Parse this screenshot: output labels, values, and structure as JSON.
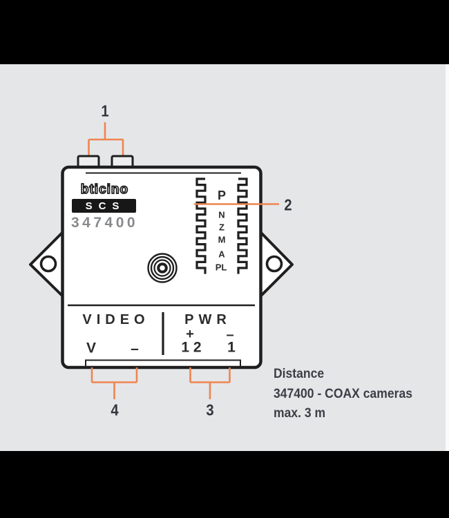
{
  "colors": {
    "accent_orange": "#ee8550",
    "line_dark": "#1f1f1f",
    "background_gray": "#e5e6e8",
    "bar_black": "#000000",
    "model_gray": "#87898c"
  },
  "callouts": {
    "top_connectors": "1",
    "bus_terminal": "2",
    "power_terminals": "3",
    "video_terminals": "4"
  },
  "device": {
    "brand": "bticino",
    "system": "SCS",
    "model": "347400",
    "terminal_labels": [
      "P",
      "N",
      "Z",
      "M",
      "A",
      "PL"
    ],
    "video_section": {
      "title": "VIDEO",
      "terminals": [
        "V",
        "–"
      ]
    },
    "power_section": {
      "title": "PWR",
      "plus": "+",
      "minus": "–",
      "terminals": [
        "1 2",
        "1"
      ]
    }
  },
  "note": {
    "lines": [
      "Distance",
      "347400 - COAX cameras",
      "max. 3 m"
    ]
  }
}
